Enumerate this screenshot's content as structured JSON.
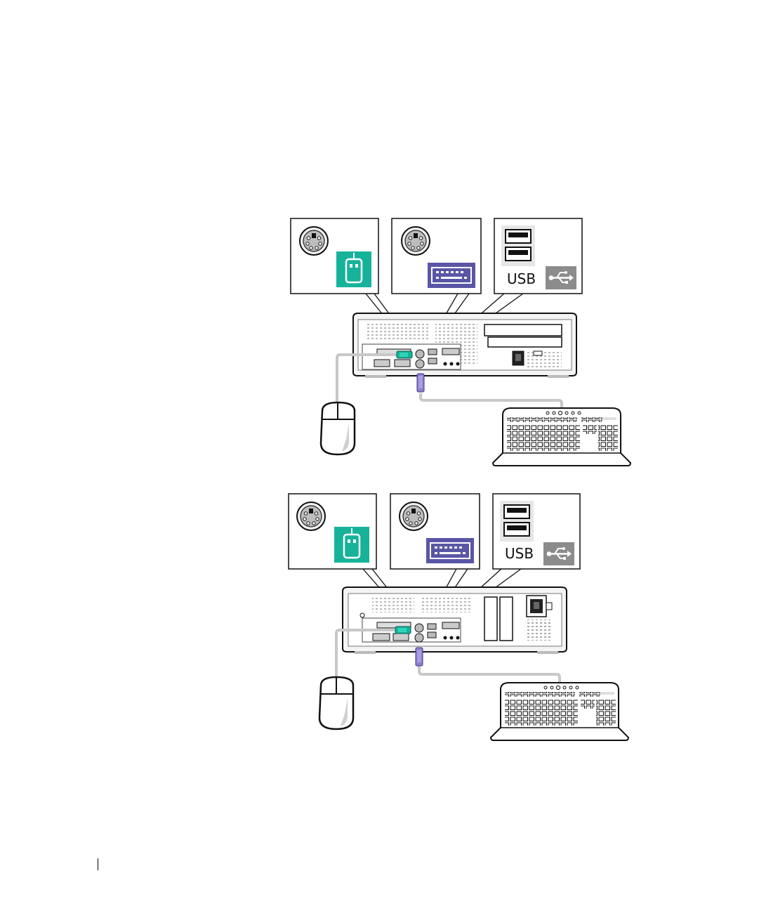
{
  "diagrams": [
    {
      "id": "small-desktop",
      "callouts": [
        {
          "name": "mouse-port",
          "accent": "#16b39a"
        },
        {
          "name": "keyboard-port",
          "accent": "#5a56a6"
        },
        {
          "name": "usb-ports",
          "label": "USB",
          "accent": "#8c8c8c"
        }
      ]
    },
    {
      "id": "desktop",
      "callouts": [
        {
          "name": "mouse-port",
          "accent": "#16b39a"
        },
        {
          "name": "keyboard-port",
          "accent": "#5a56a6"
        },
        {
          "name": "usb-ports",
          "label": "USB",
          "accent": "#8c8c8c"
        }
      ]
    }
  ],
  "colors": {
    "mouse_accent": "#16b39a",
    "keyboard_accent": "#5a56a6",
    "usb_icon_bg": "#8c8c8c",
    "cable": "#c8c8c8",
    "line": "#1a1a1a"
  }
}
